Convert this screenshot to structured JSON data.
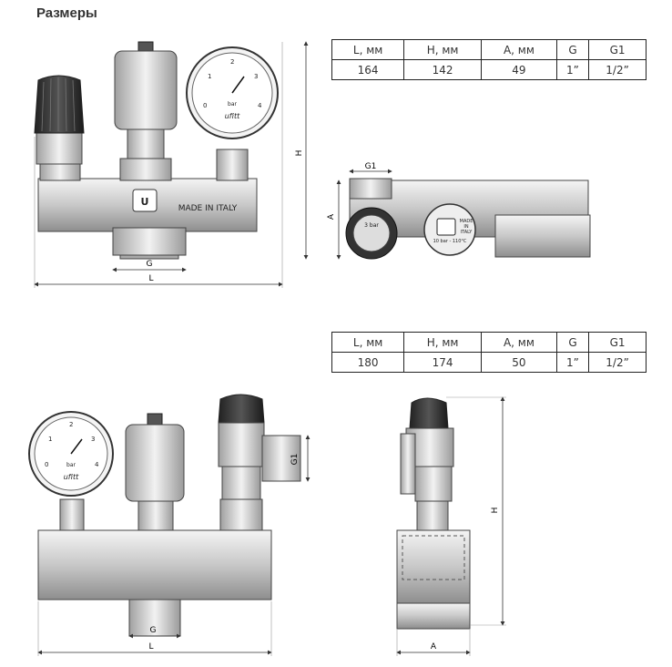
{
  "title": "Размеры",
  "spec_table_1": {
    "headers": [
      "L, мм",
      "H, мм",
      "A, мм",
      "G",
      "G1"
    ],
    "values": [
      "164",
      "142",
      "49",
      "1”",
      "1/2”"
    ]
  },
  "spec_table_2": {
    "headers": [
      "L, мм",
      "H, мм",
      "A, мм",
      "G",
      "G1"
    ],
    "values": [
      "180",
      "174",
      "50",
      "1”",
      "1/2”"
    ]
  },
  "drawing_1": {
    "dim_labels": {
      "L": "L",
      "G": "G",
      "H": "H",
      "A": "A",
      "G1": "G1"
    },
    "body_text": "MADE IN ITALY",
    "gauge_brand": "ufitt",
    "gauge_unit": "bar",
    "gauge_ticks": [
      "0",
      "1",
      "2",
      "3",
      "4"
    ],
    "valve_text": "3 bar",
    "side_label_lines": [
      "MADE",
      "IN",
      "ITALY"
    ],
    "side_rating": "10 bar - 110°C"
  },
  "drawing_2": {
    "dim_labels": {
      "L": "L",
      "G": "G",
      "H": "H",
      "A": "A",
      "G1": "G1"
    },
    "gauge_brand": "ufitt",
    "gauge_unit": "bar",
    "gauge_ticks": [
      "0",
      "1",
      "2",
      "3",
      "4"
    ]
  }
}
